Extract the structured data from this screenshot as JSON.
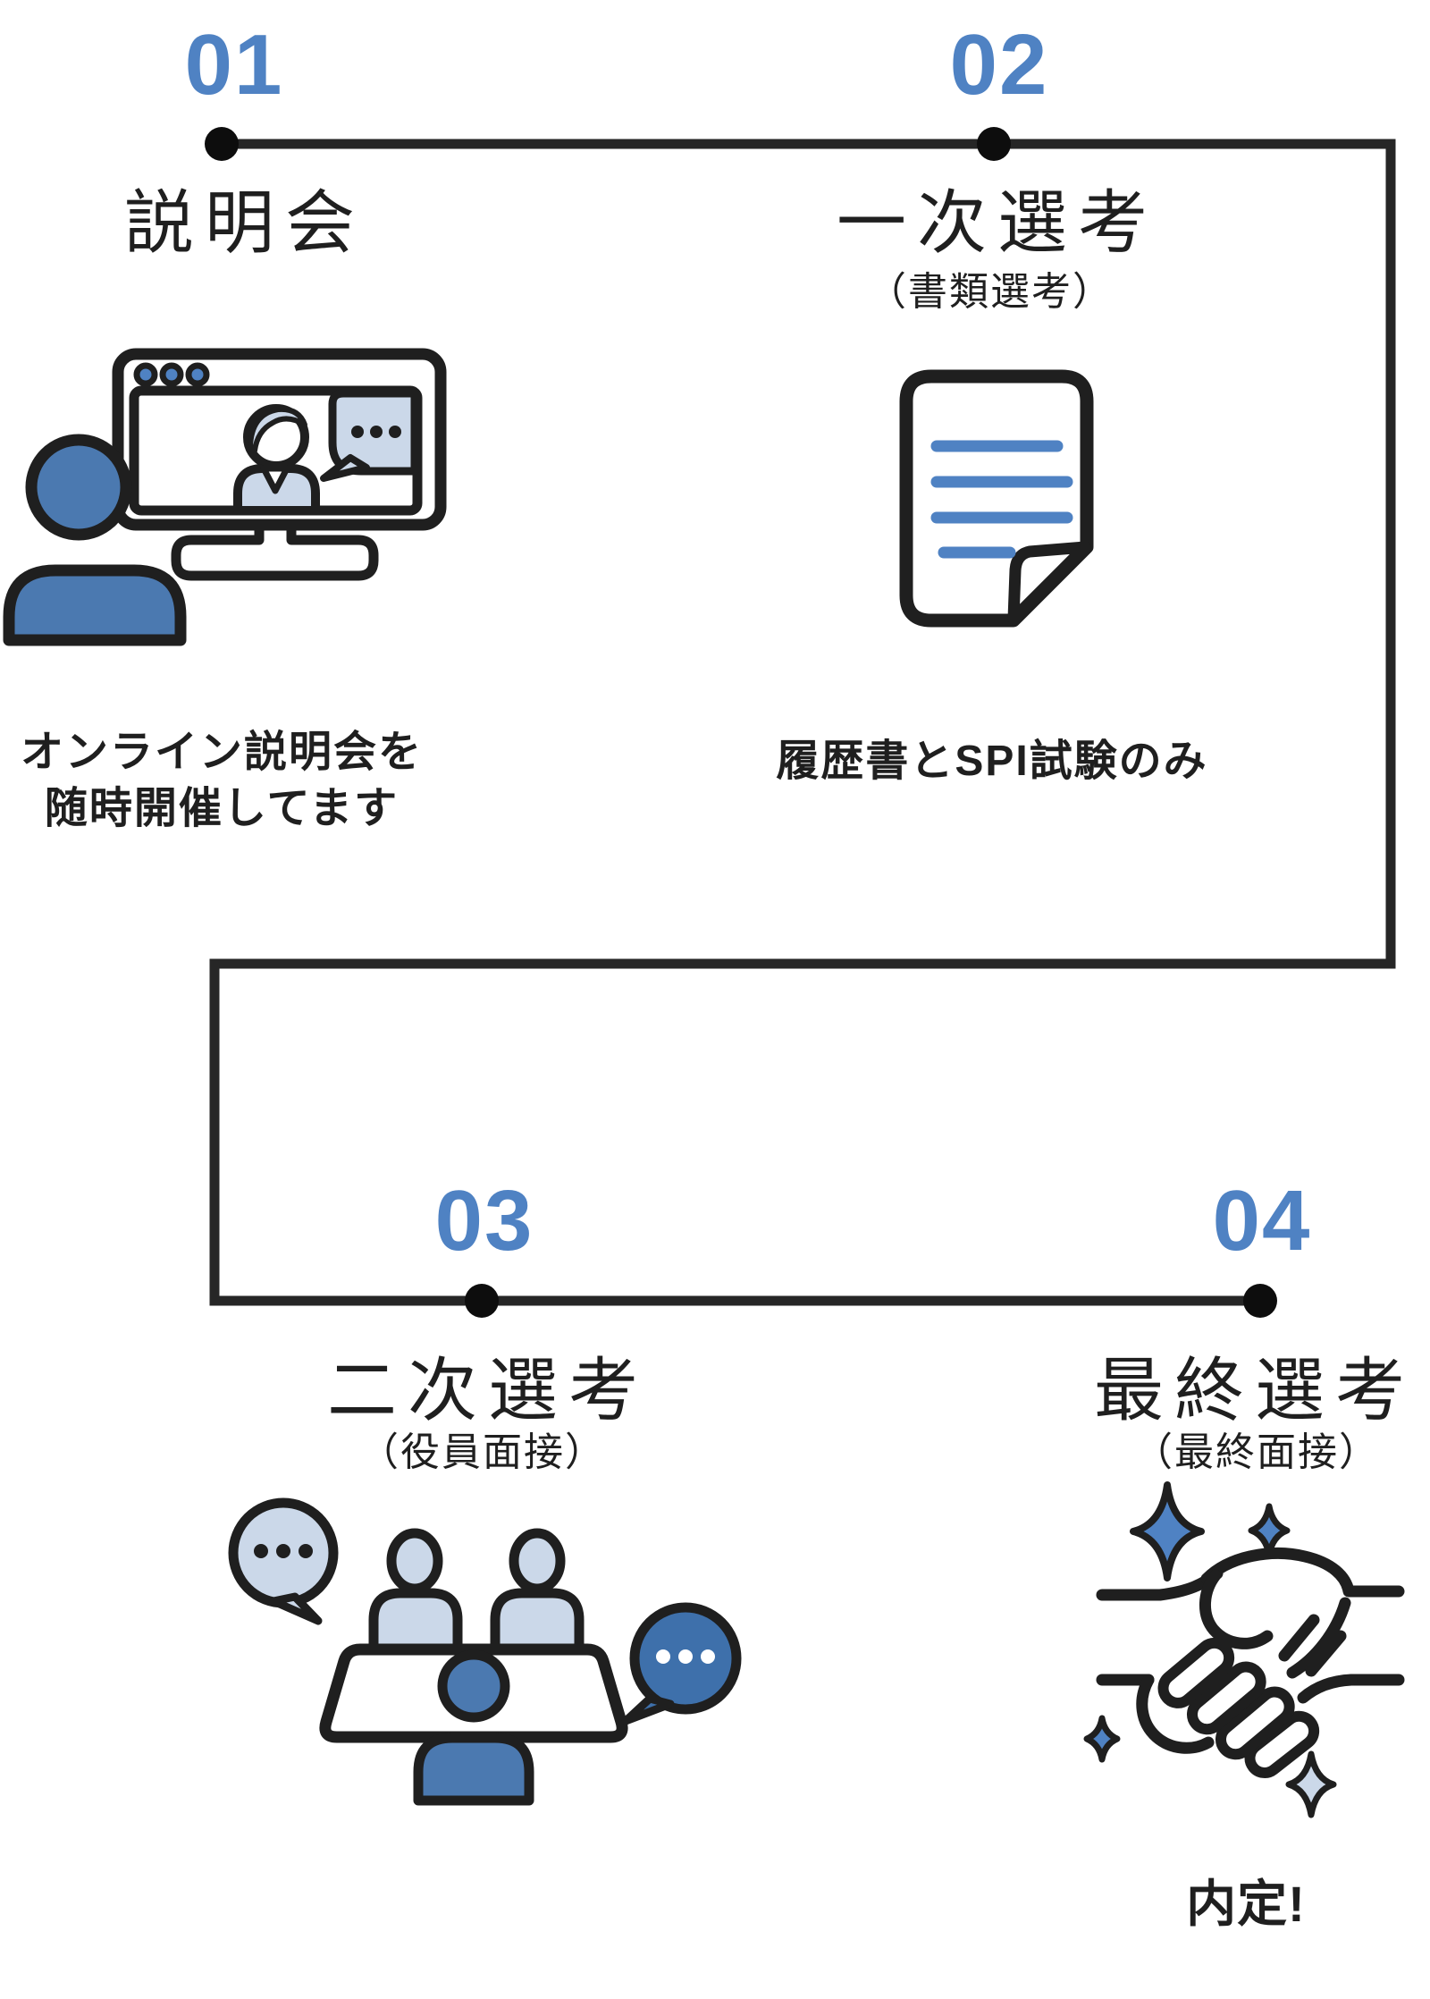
{
  "colors": {
    "accent_blue": "#4f82c3",
    "fill_blue": "#4b79b0",
    "light_blue": "#cbd8e9",
    "bubble_blue": "#3e70ab",
    "ink": "#1f1f1f",
    "line": "#262626",
    "dot": "#0d0d0d",
    "background": "#ffffff"
  },
  "steps": [
    {
      "number": "01",
      "title": "説明会",
      "subtitle": "",
      "caption_line1": "オンライン説明会を",
      "caption_line2": "随時開催してます",
      "icon": "online-seminar-icon"
    },
    {
      "number": "02",
      "title": "一次選考",
      "subtitle": "（書類選考）",
      "caption_line1": "履歴書とSPI試験のみ",
      "caption_line2": "",
      "icon": "document-icon"
    },
    {
      "number": "03",
      "title": "二次選考",
      "subtitle": "（役員面接）",
      "caption_line1": "",
      "caption_line2": "",
      "icon": "interview-panel-icon"
    },
    {
      "number": "04",
      "title": "最終選考",
      "subtitle": "（最終面接）",
      "caption_line1": "",
      "caption_line2": "",
      "icon": "handshake-icon"
    }
  ],
  "result_label": "内定!"
}
